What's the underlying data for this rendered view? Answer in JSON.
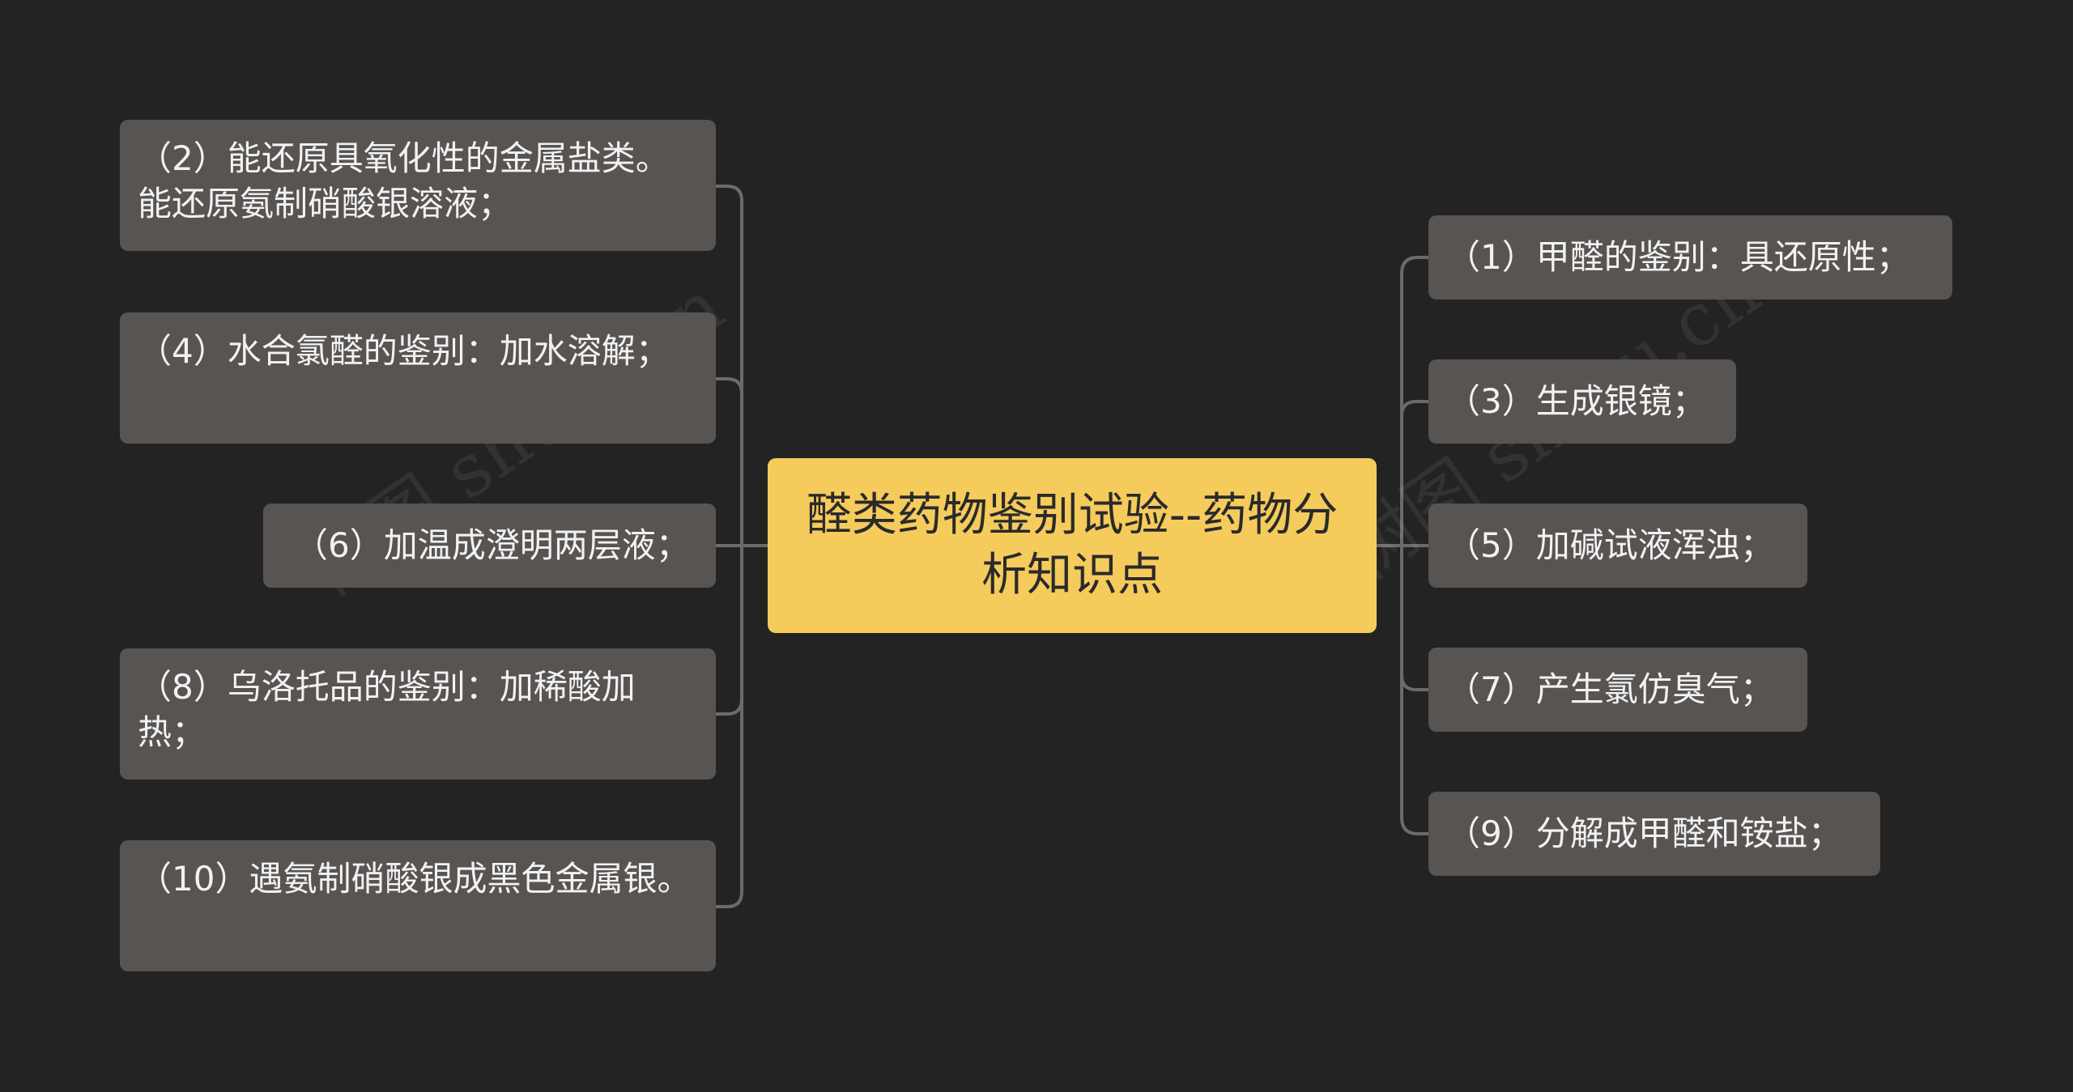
{
  "root": {
    "text": "醛类药物鉴别试验--药物分析知识点"
  },
  "left_nodes": [
    {
      "text": "（2）能还原具氧化性的金属盐类。能还原氨制硝酸银溶液；"
    },
    {
      "text": "（4）水合氯醛的鉴别：加水溶解；"
    },
    {
      "text": "（6）加温成澄明两层液；"
    },
    {
      "text": "（8）乌洛托品的鉴别：加稀酸加热；"
    },
    {
      "text": "（10）遇氨制硝酸银成黑色金属银。"
    }
  ],
  "right_nodes": [
    {
      "text": "（1）甲醛的鉴别：具还原性；"
    },
    {
      "text": "（3）生成银镜；"
    },
    {
      "text": "（5）加碱试液浑浊；"
    },
    {
      "text": "（7）产生氯仿臭气；"
    },
    {
      "text": "（9）分解成甲醛和铵盐；"
    }
  ],
  "watermark": "树图 shutu.cn",
  "colors": {
    "background": "#232323",
    "root": "#f5cb5c",
    "node": "#585452",
    "line": "#6e6a67"
  }
}
